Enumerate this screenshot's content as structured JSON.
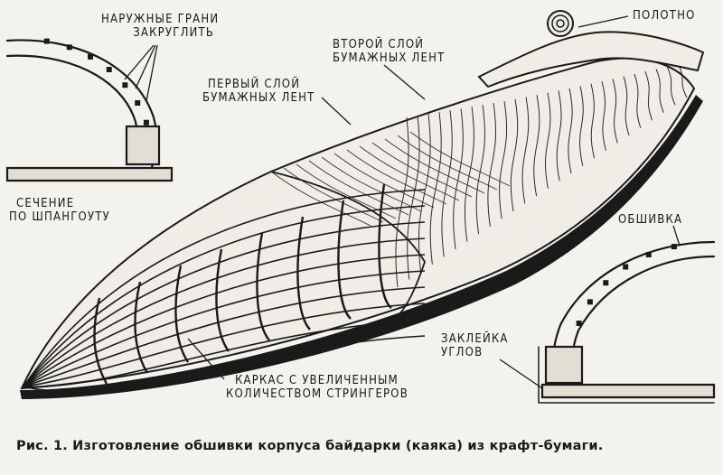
{
  "labels": {
    "outer_faces": [
      "НАРУЖНЫЕ ГРАНИ",
      "ЗАКРУГЛИТЬ"
    ],
    "section": [
      "СЕЧЕНИЕ",
      "ПО ШПАНГОУТУ"
    ],
    "cloth": "ПОЛОТНО",
    "second_layer": [
      "ВТОРОЙ СЛОЙ",
      "БУМАЖНЫХ ЛЕНТ"
    ],
    "first_layer": [
      "ПЕРВЫЙ СЛОЙ",
      "БУМАЖНЫХ ЛЕНТ"
    ],
    "skin": "ОБШИВКА",
    "corner_taping": [
      "ЗАКЛЕЙКА",
      "УГЛОВ"
    ],
    "frame": [
      "КАРКАС С УВЕЛИЧЕННЫМ",
      "КОЛИЧЕСТВОМ СТРИНГЕРОВ"
    ]
  },
  "caption": "Рис. 1. Изготовление обшивки корпуса байдарки (каяка) из крафт-бумаги."
}
